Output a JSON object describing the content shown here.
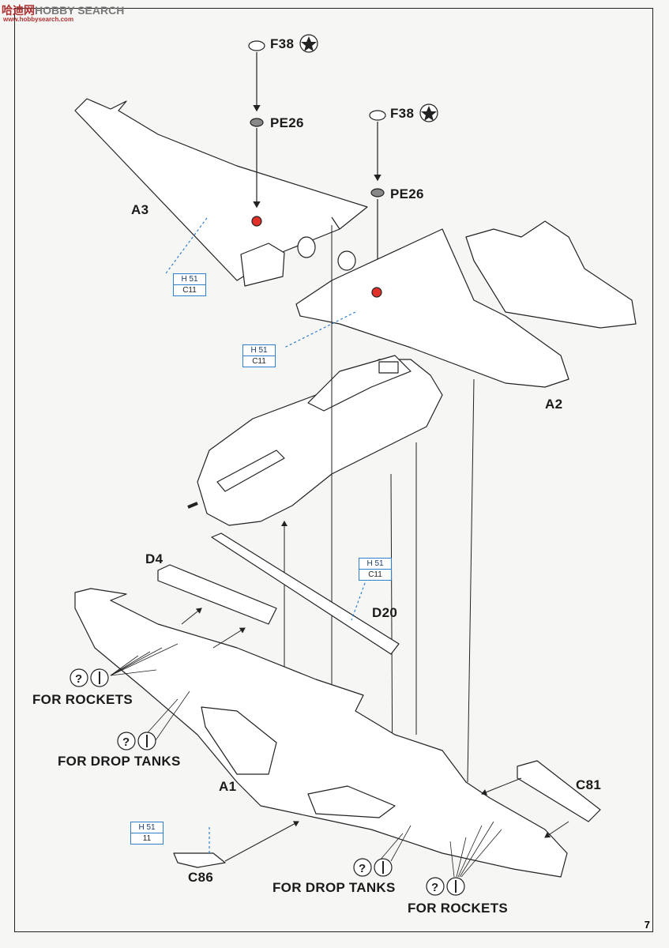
{
  "watermark": {
    "cn": "哈迪网",
    "text": "HOBBY SEARCH",
    "site": "www.hobbysearch.com"
  },
  "page_number": "7",
  "parts": {
    "f38_left": "F38",
    "pe26_left": "PE26",
    "f38_right": "F38",
    "pe26_right": "PE26",
    "a3": "A3",
    "a2": "A2",
    "d4": "D4",
    "d20": "D20",
    "a1": "A1",
    "c81": "C81",
    "c86": "C86"
  },
  "refs": {
    "ref1": {
      "top": "H 51",
      "bottom": "C11"
    },
    "ref2": {
      "top": "H 51",
      "bottom": "C11"
    },
    "ref3": {
      "top": "H 51",
      "bottom": "C11"
    },
    "ref4": {
      "top": "H 51",
      "bottom": "11"
    }
  },
  "notes": {
    "rockets_left": "FOR ROCKETS",
    "drop_tanks_left": "FOR DROP TANKS",
    "drop_tanks_bottom": "FOR DROP TANKS",
    "rockets_bottom": "FOR ROCKETS"
  },
  "icons": [
    "star-icon",
    "question-icon",
    "drill-icon",
    "arrow-icon"
  ],
  "colors": {
    "line": "#222222",
    "reference_box": "#2f7fd0",
    "highlight_part": "#e0302a"
  }
}
